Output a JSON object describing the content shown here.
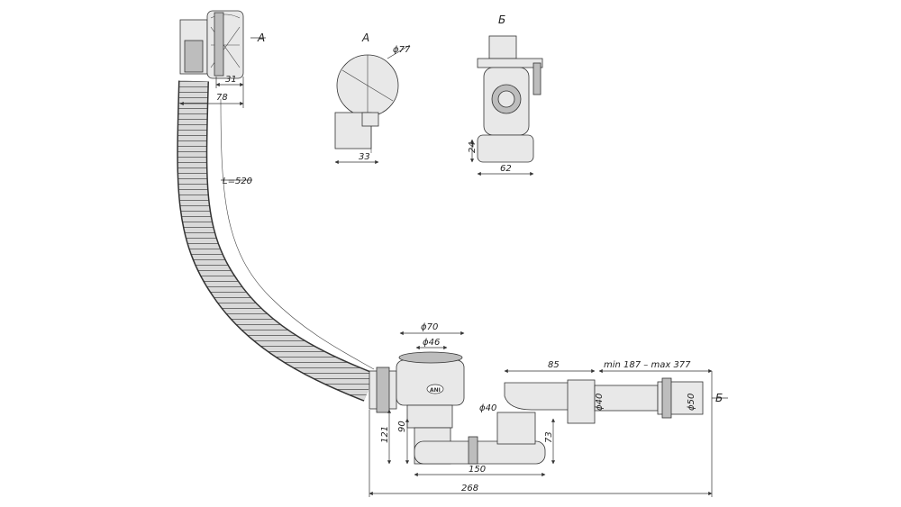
{
  "dimensions": {
    "overflow_width": "31",
    "overflow_depth": "78",
    "hose_length": "L=520",
    "view_a_title": "A",
    "view_a_diameter": "ϕ77",
    "view_a_width": "33",
    "view_b_title": "Б",
    "view_b_height": "24",
    "view_b_width": "62",
    "waste_outer_dia": "ϕ70",
    "waste_inner_dia": "ϕ46",
    "pipe_length": "85",
    "range": "min 187 – max 377",
    "trap_height_a": "121",
    "trap_height_b": "90",
    "outlet_dia_a": "ϕ40",
    "outlet_dia_b": "ϕ40",
    "outlet_dia_c": "ϕ50",
    "trap_height_c": "73",
    "trap_width": "150",
    "total_width": "268",
    "view_marker_a": "A",
    "view_marker_b": "Б"
  },
  "logo_text": "ANI"
}
